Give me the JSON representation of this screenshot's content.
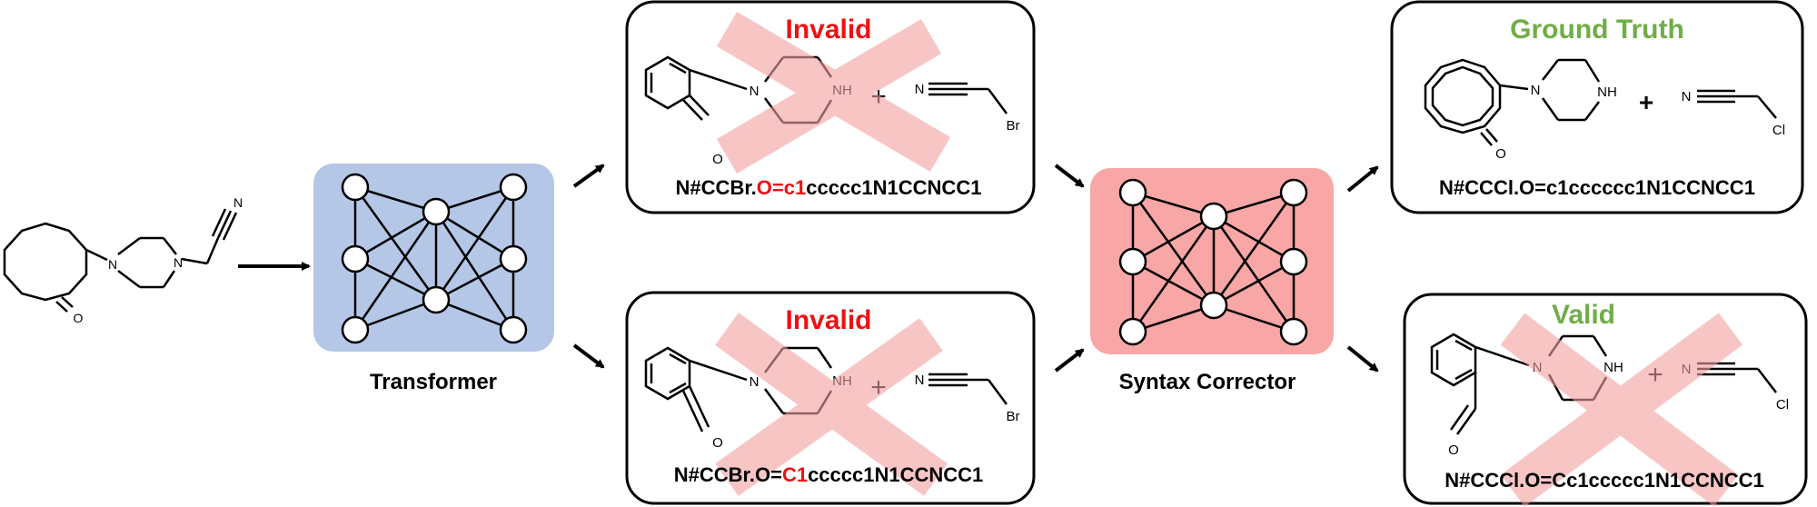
{
  "models": {
    "transformer_label": "Transformer",
    "corrector_label": "Syntax Corrector"
  },
  "atoms": {
    "n": "N",
    "nh": "NH",
    "o": "O",
    "br": "Br",
    "cl": "Cl",
    "plus": "+"
  },
  "predictions": [
    {
      "status": "Invalid",
      "smiles_pre": "N#CCBr.",
      "smiles_err": "O=c1",
      "smiles_post": "ccccc1N1CCNCC1"
    },
    {
      "status": "Invalid",
      "smiles_pre": "N#CCBr.O=",
      "smiles_err": "C1",
      "smiles_post": "ccccc1N1CCNCC1"
    }
  ],
  "outputs": [
    {
      "status": "Ground Truth",
      "smiles": "N#CCCl.O=c1cccccc1N1CCNCC1"
    },
    {
      "status": "Valid",
      "smiles": "N#CCCl.O=Cc1ccccc1N1CCNCC1"
    }
  ],
  "colors": {
    "invalid": "#ee1111",
    "valid": "#70ad47",
    "transformer_bg": "#b4c7e7",
    "corrector_bg": "#f8a6a6",
    "cross": "#f4a0a0"
  }
}
